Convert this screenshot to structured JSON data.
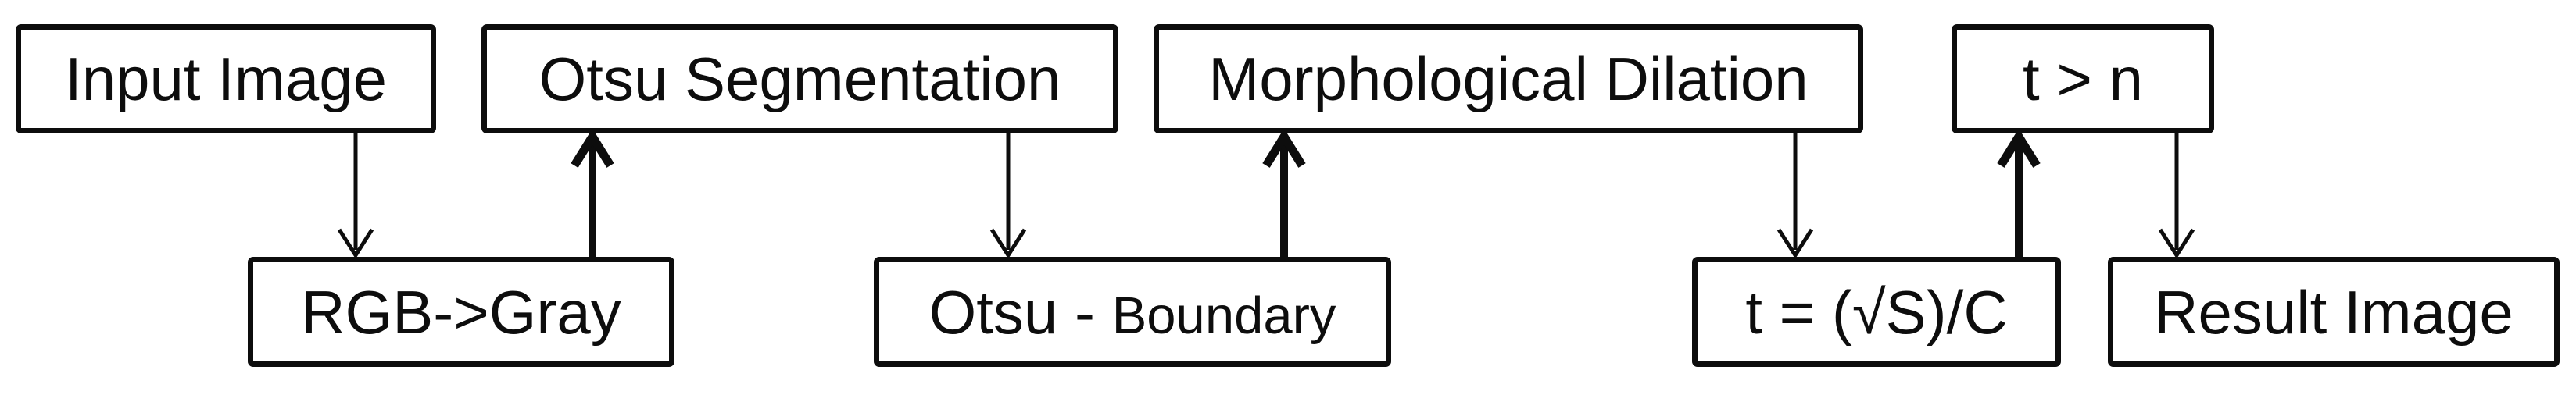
{
  "canvas": {
    "background_color": "#ffffff",
    "ink_color": "#0d0d0d"
  },
  "nodes": {
    "input_image": {
      "label": "Input Image"
    },
    "otsu_segmentation": {
      "label": "Otsu Segmentation"
    },
    "morphological_dilation": {
      "label": "Morphological Dilation"
    },
    "t_condition": {
      "label": "t > n"
    },
    "rgb_to_gray": {
      "label": "RGB->Gray"
    },
    "otsu_boundary": {
      "label": "Otsu - Boundary",
      "label_main": "Otsu - ",
      "label_secondary": "Boundary"
    },
    "t_formula": {
      "label": "t = (√S)/C"
    },
    "result_image": {
      "label": "Result Image"
    }
  },
  "edges": [
    {
      "from": "Input Image",
      "to": "RGB->Gray",
      "direction": "down",
      "style": "thin"
    },
    {
      "from": "RGB->Gray",
      "to": "Otsu Segmentation",
      "direction": "up",
      "style": "thick"
    },
    {
      "from": "Otsu Segmentation",
      "to": "Otsu - Boundary",
      "direction": "down",
      "style": "thin"
    },
    {
      "from": "Otsu - Boundary",
      "to": "Morphological Dilation",
      "direction": "up",
      "style": "thick"
    },
    {
      "from": "Morphological Dilation",
      "to": "t = (√S)/C",
      "direction": "down",
      "style": "thin"
    },
    {
      "from": "t = (√S)/C",
      "to": "t > n",
      "direction": "up",
      "style": "thick"
    },
    {
      "from": "t > n",
      "to": "Result Image",
      "direction": "down",
      "style": "thin"
    }
  ]
}
